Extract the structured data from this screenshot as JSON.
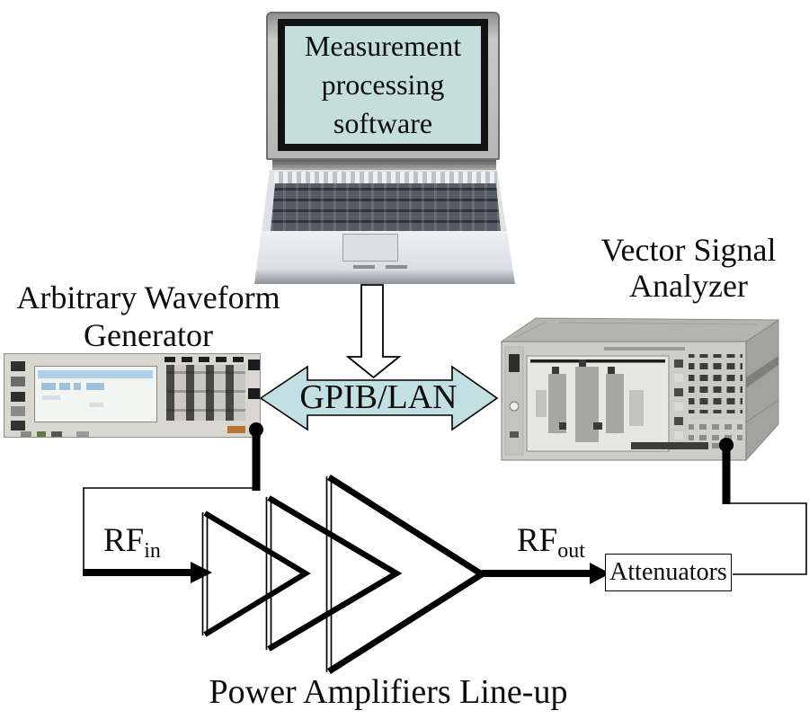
{
  "figure": {
    "laptop": {
      "screen_lines": [
        "Measurement",
        "processing",
        "software"
      ]
    },
    "awg": {
      "label_line1": "Arbitrary Waveform",
      "label_line2": "Generator"
    },
    "vsa": {
      "label_line1": "Vector Signal",
      "label_line2": "Analyzer"
    },
    "bus": {
      "label": "GPIB/LAN"
    },
    "rf_in": {
      "base": "RF",
      "sub": "in"
    },
    "rf_out": {
      "base": "RF",
      "sub": "out"
    },
    "attenuators": {
      "label": "Attenuators"
    },
    "caption": "Power Amplifiers Line-up",
    "colors": {
      "laptop_screen_fill": "#c4dede",
      "bus_arrow_fill": "#c2dfe2",
      "line": "#000000",
      "background": "#ffffff"
    }
  }
}
